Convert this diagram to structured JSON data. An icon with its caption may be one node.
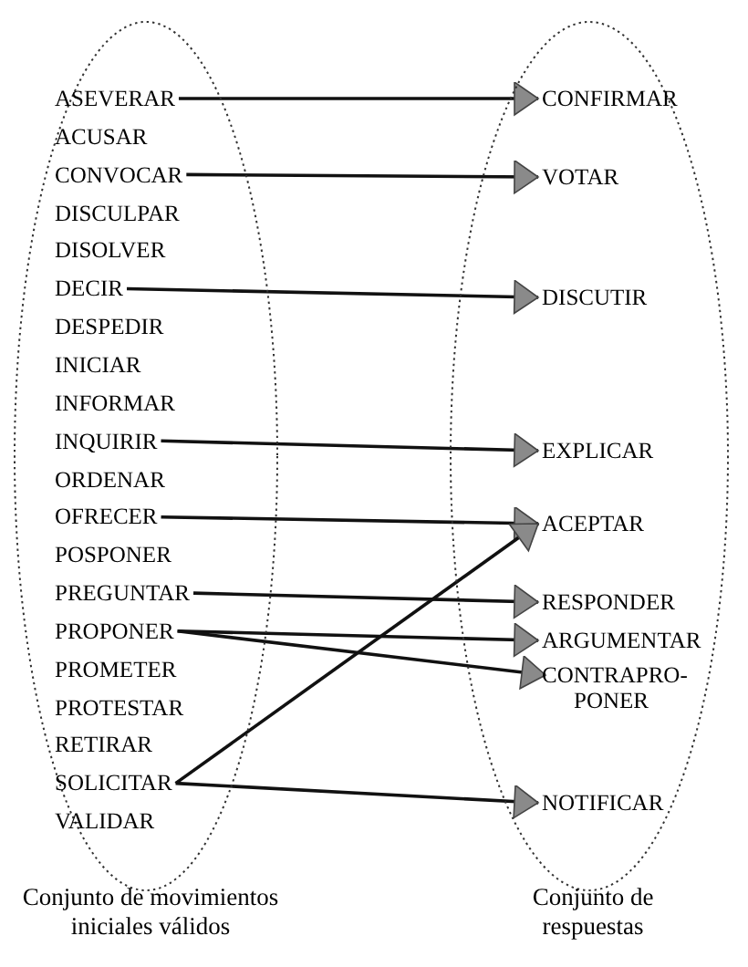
{
  "diagram": {
    "nodes": [
      {
        "text": [
          "Conjunto de movimientos iniciales válidos"
        ]
      },
      {
        "text": [
          "ASEVERAR"
        ],
        "in": 0
      },
      {
        "text": [
          "ACUSAR"
        ],
        "in": 0
      },
      {
        "text": [
          "CONVOCAR"
        ],
        "in": 0
      },
      {
        "text": [
          "DISCULPAR"
        ],
        "in": 0
      },
      {
        "text": [
          "DISOLVER"
        ],
        "in": 0
      },
      {
        "text": [
          "DECIR"
        ],
        "in": 0
      },
      {
        "text": [
          "DESPEDIR"
        ],
        "in": 0
      },
      {
        "text": [
          "INICIAR"
        ],
        "in": 0
      },
      {
        "text": [
          "INFORMAR"
        ],
        "in": 0
      },
      {
        "text": [
          "INQUIRIR"
        ],
        "in": 0
      },
      {
        "text": [
          "ORDENAR"
        ],
        "in": 0
      },
      {
        "text": [
          "OFRECER"
        ],
        "in": 0
      },
      {
        "text": [
          "POSPONER"
        ],
        "in": 0
      },
      {
        "text": [
          "PREGUNTAR"
        ],
        "in": 0
      },
      {
        "text": [
          "PROPONER"
        ],
        "in": 0
      },
      {
        "text": [
          "PROMETER"
        ],
        "in": 0
      },
      {
        "text": [
          "PROTESTAR"
        ],
        "in": 0
      },
      {
        "text": [
          "RETIRAR"
        ],
        "in": 0
      },
      {
        "text": [
          "SOLICITAR"
        ],
        "in": 0
      },
      {
        "text": [
          "VALIDAR"
        ],
        "in": 0
      },
      {
        "text": [
          "Conjunto de respuestas"
        ]
      },
      {
        "text": [
          "CONFIRMAR"
        ],
        "in": 21
      },
      {
        "text": [
          "VOTAR"
        ],
        "in": 21
      },
      {
        "text": [
          "DISCUTIR"
        ],
        "in": 21
      },
      {
        "text": [
          "EXPLICAR"
        ],
        "in": 21
      },
      {
        "text": [
          "ACEPTAR"
        ],
        "in": 21
      },
      {
        "text": [
          "RESPONDER"
        ],
        "in": 21
      },
      {
        "text": [
          "ARGUMENTAR"
        ],
        "in": 21
      },
      {
        "text": [
          "CONTRAPRO- PONER"
        ],
        "in": 21
      },
      {
        "text": [
          "NOTIFICAR"
        ],
        "in": 21
      }
    ],
    "edges": [
      {
        "from": 1,
        "to": 22,
        "arrow": "to"
      },
      {
        "from": 3,
        "to": 23,
        "arrow": "to"
      },
      {
        "from": 6,
        "to": 24,
        "arrow": "to"
      },
      {
        "from": 10,
        "to": 25,
        "arrow": "to"
      },
      {
        "from": 12,
        "to": 26,
        "arrow": "to"
      },
      {
        "from": 14,
        "to": 27,
        "arrow": "to"
      },
      {
        "from": 15,
        "to": 28,
        "arrow": "to"
      },
      {
        "from": 15,
        "to": 29,
        "arrow": "to"
      },
      {
        "from": 19,
        "to": 26,
        "arrow": "to"
      },
      {
        "from": 19,
        "to": 30,
        "arrow": "to"
      }
    ]
  }
}
